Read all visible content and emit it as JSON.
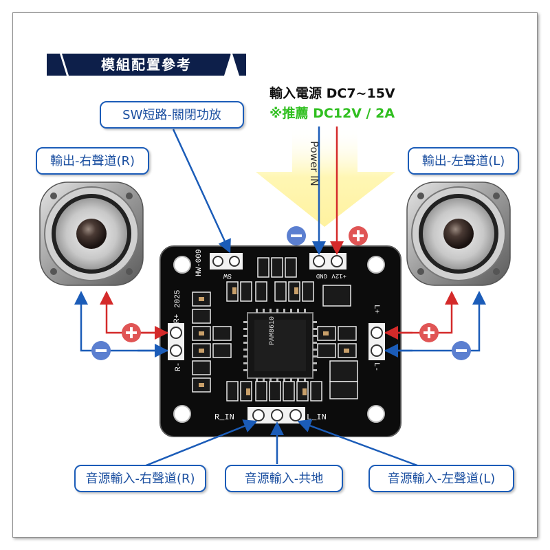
{
  "title": "模組配置參考",
  "callouts": {
    "sw": "SW短路-關閉功放",
    "out_right": "輸出-右聲道(R)",
    "out_left": "輸出-左聲道(L)",
    "in_right": "音源輸入-右聲道(R)",
    "in_gnd": "音源輸入-共地",
    "in_left": "音源輸入-左聲道(L)"
  },
  "power": {
    "line1": "輸入電源 DC7~15V",
    "line2": "※推薦 DC12V / 2A",
    "label": "Power IN"
  },
  "board": {
    "model": "HW-009",
    "sw": "SW",
    "gnd": "GND",
    "v12": "+12V",
    "r_plus": "R+",
    "r_minus": "R-",
    "l_plus": "L+",
    "l_minus": "L-",
    "r_in": "R_IN",
    "l_in": "L_IN",
    "date": "2025",
    "chip": "PAM8610"
  },
  "colors": {
    "blue": "#1b5cb8",
    "red": "#d42a2a",
    "arrow_yellow": "#fff4a8",
    "green": "#2fbf1f"
  }
}
